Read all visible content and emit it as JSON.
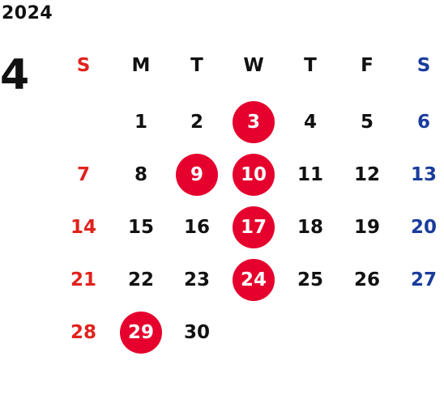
{
  "calendar": {
    "year": "2024",
    "month": "4",
    "weekdays": [
      "S",
      "M",
      "T",
      "W",
      "T",
      "F",
      "S"
    ],
    "first_weekday_index": 1,
    "days": [
      "1",
      "2",
      "3",
      "4",
      "5",
      "6",
      "7",
      "8",
      "9",
      "10",
      "11",
      "12",
      "13",
      "14",
      "15",
      "16",
      "17",
      "18",
      "19",
      "20",
      "21",
      "22",
      "23",
      "24",
      "25",
      "26",
      "27",
      "28",
      "29",
      "30"
    ],
    "highlighted_days": [
      "3",
      "9",
      "10",
      "17",
      "24",
      "29"
    ]
  },
  "colors": {
    "text": "#111111",
    "sunday": "#e0221c",
    "saturday": "#1a3c9c",
    "highlight_fill": "#e5002d",
    "highlight_text": "#ffffff",
    "background": "#ffffff"
  }
}
